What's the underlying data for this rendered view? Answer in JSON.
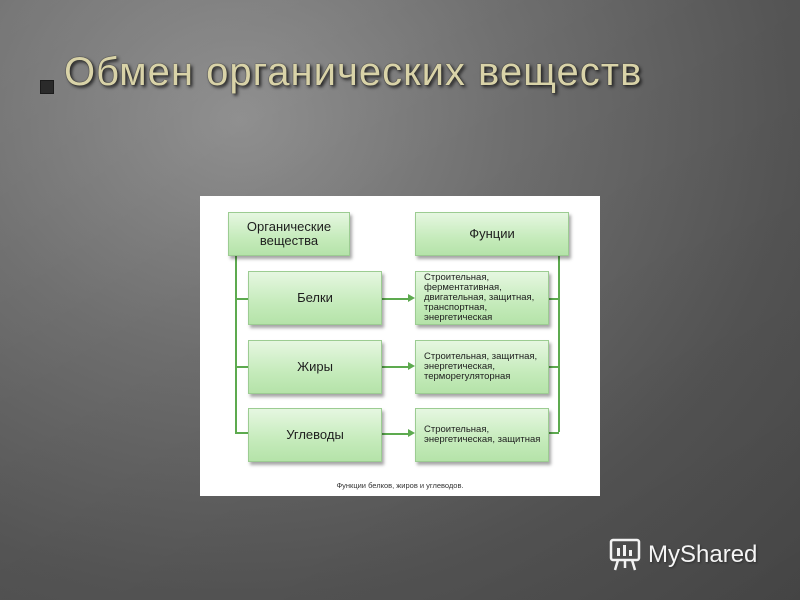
{
  "slide": {
    "title": "Обмен органических веществ"
  },
  "diagram": {
    "header_left": "Органические вещества",
    "header_right": "Фунции",
    "rows": [
      {
        "substance": "Белки",
        "functions": "Строительная, ферментативная, двигательная, защитная, транспортная, энергетическая"
      },
      {
        "substance": "Жиры",
        "functions": "Строительная, защитная, энергетическая, терморегуляторная"
      },
      {
        "substance": "Углеводы",
        "functions": "Строительная, энергетическая, защитная"
      }
    ],
    "caption": "Функции белков, жиров и углеводов.",
    "colors": {
      "box_fill": "#c5ebbb",
      "connector": "#5daa4f"
    }
  },
  "watermark": {
    "text": "MyShared",
    "icon": "presentation-board-icon"
  }
}
